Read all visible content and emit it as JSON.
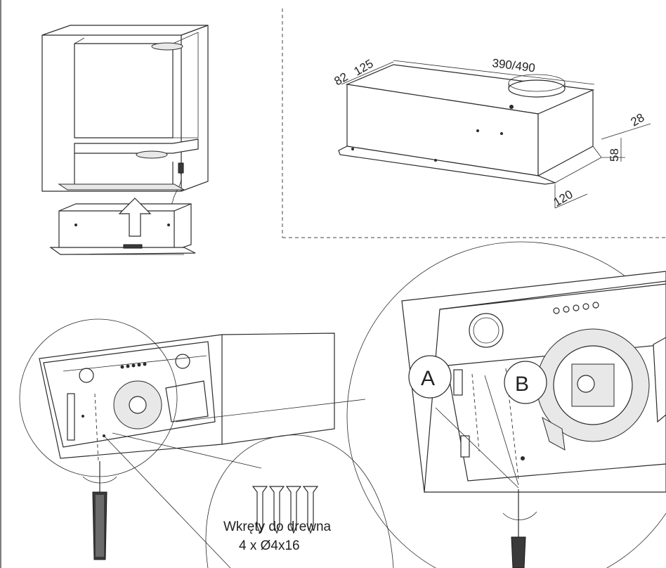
{
  "dimensions": {
    "width_label": "390/490",
    "left_label_a": "82",
    "left_label_b": "125",
    "right_top": "28",
    "right_height": "58",
    "depth": "120"
  },
  "labels": {
    "a": "A",
    "b": "B"
  },
  "screws": {
    "line1": "Wkręty do drewna",
    "line2": "4 x Ø4x16"
  }
}
